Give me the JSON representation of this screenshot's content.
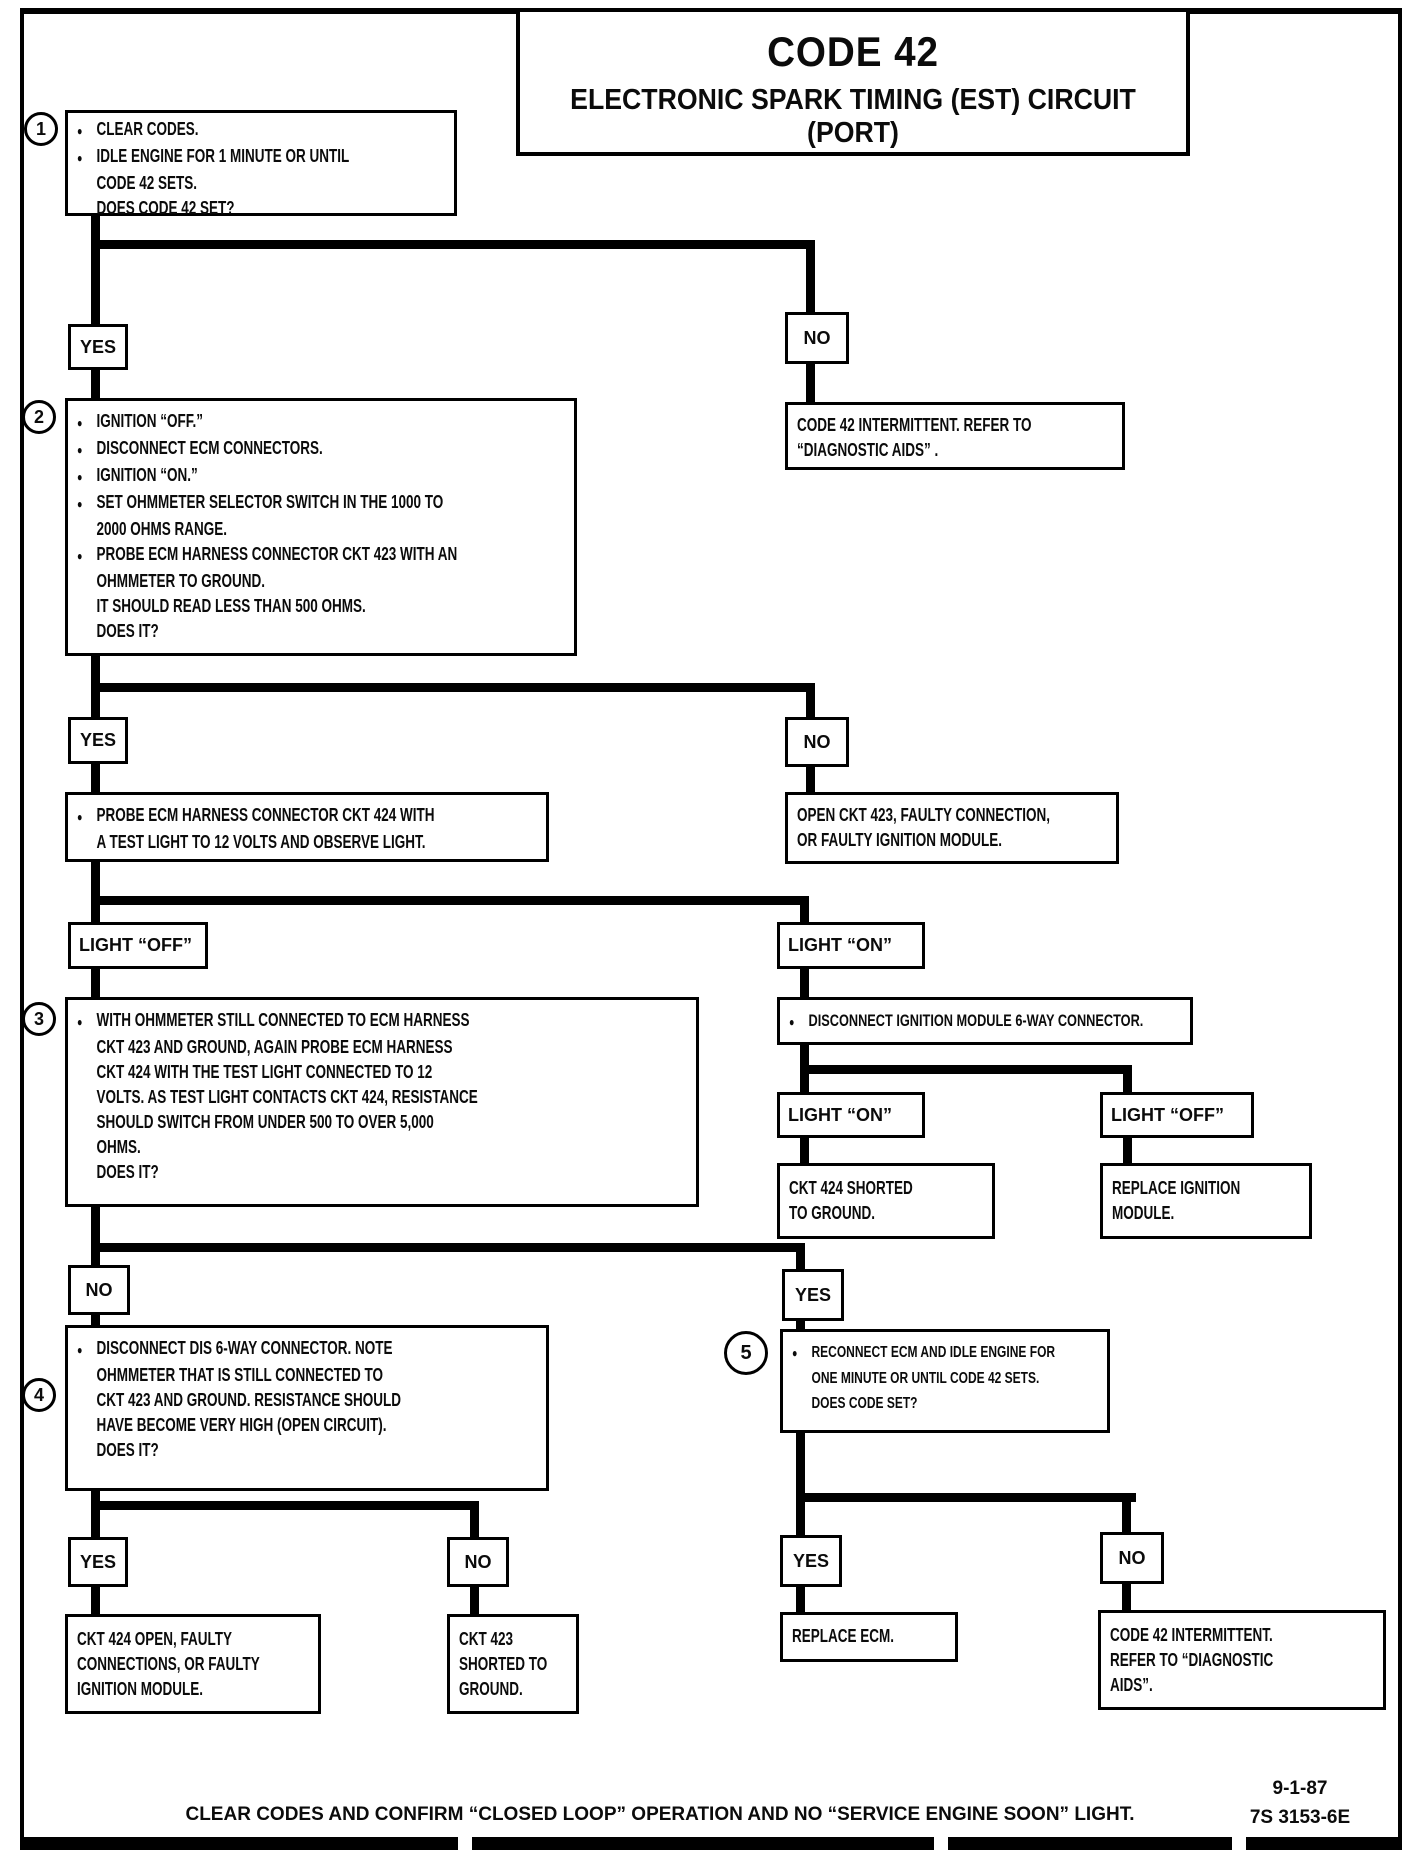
{
  "title": {
    "code": "CODE 42",
    "circuit": "ELECTRONIC SPARK TIMING (EST) CIRCUIT",
    "variant": "(PORT)"
  },
  "labels": {
    "yes": "YES",
    "no": "NO",
    "light_on": "LIGHT “ON”",
    "light_off": "LIGHT “OFF”"
  },
  "step_numbers": {
    "s1": "1",
    "s2": "2",
    "s3": "3",
    "s4": "4",
    "s5": "5"
  },
  "nodes": {
    "check_code": {
      "l1": "CLEAR CODES.",
      "l2": "IDLE ENGINE FOR 1 MINUTE OR UNTIL",
      "l3": "CODE 42 SETS.",
      "l4": "DOES CODE 42 SET?"
    },
    "ohmmeter_test": {
      "l1": "IGNITION “OFF.”",
      "l2": "DISCONNECT ECM CONNECTORS.",
      "l3": "IGNITION “ON.”",
      "l4": "SET OHMMETER SELECTOR SWITCH IN THE 1000 TO",
      "l5": "2000 OHMS RANGE.",
      "l6": "PROBE ECM HARNESS CONNECTOR CKT 423  WITH AN",
      "l7": "OHMMETER TO GROUND.",
      "l8": "IT SHOULD READ LESS THAN 500 OHMS.",
      "l9": "DOES IT?"
    },
    "intermittent_top": {
      "l1": "CODE 42 INTERMITTENT.  REFER TO",
      "l2": "“DIAGNOSTIC AIDS” ."
    },
    "probe_424": {
      "l1": "PROBE ECM HARNESS CONNECTOR CKT 424 WITH",
      "l2": "A TEST LIGHT TO 12  VOLTS AND OBSERVE  LIGHT."
    },
    "open_423": {
      "l1": "OPEN CKT 423, FAULTY CONNECTION,",
      "l2": "OR FAULTY IGNITION MODULE."
    },
    "resistance_switch": {
      "l1": "WITH OHMMETER STILL CONNECTED TO ECM HARNESS",
      "l2": "CKT 423 AND GROUND, AGAIN PROBE ECM HARNESS",
      "l3": "CKT 424 WITH THE TEST LIGHT CONNECTED TO 12",
      "l4": "VOLTS.  AS TEST LIGHT CONTACTS CKT 424, RESISTANCE",
      "l5": "SHOULD SWITCH FROM UNDER 500 TO OVER 5,000",
      "l6": "OHMS.",
      "l7": "DOES IT?"
    },
    "disconnect_module": {
      "l1": "DISCONNECT IGNITION MODULE 6-WAY CONNECTOR."
    },
    "ckt424_shorted": {
      "l1": "CKT 424  SHORTED",
      "l2": "TO GROUND."
    },
    "replace_module": {
      "l1": "REPLACE IGNITION",
      "l2": "MODULE."
    },
    "dis_connector": {
      "l1": "DISCONNECT DIS 6-WAY CONNECTOR.  NOTE",
      "l2": "OHMMETER THAT IS STILL CONNECTED TO",
      "l3": "CKT 423  AND GROUND. RESISTANCE SHOULD",
      "l4": "HAVE BECOME VERY HIGH (OPEN CIRCUIT).",
      "l5": "DOES IT?"
    },
    "reconnect_ecm": {
      "l1": "RECONNECT ECM AND IDLE ENGINE FOR",
      "l2": "ONE MINUTE OR UNTIL CODE 42 SETS.",
      "l3": "DOES CODE SET?"
    },
    "ckt424_open": {
      "l1": "CKT 424 OPEN, FAULTY",
      "l2": "CONNECTIONS, OR FAULTY",
      "l3": "IGNITION MODULE."
    },
    "ckt423_shorted": {
      "l1": "CKT 423",
      "l2": "SHORTED TO",
      "l3": "GROUND."
    },
    "replace_ecm": {
      "l1": "REPLACE ECM."
    },
    "intermittent_bottom": {
      "l1": "CODE 42 INTERMITTENT.",
      "l2": "REFER TO “DIAGNOSTIC",
      "l3": "AIDS”."
    }
  },
  "footer": {
    "note": "CLEAR CODES AND CONFIRM “CLOSED LOOP” OPERATION AND NO “SERVICE ENGINE SOON” LIGHT.",
    "date": "9-1-87",
    "doc": "7S 3153-6E"
  }
}
